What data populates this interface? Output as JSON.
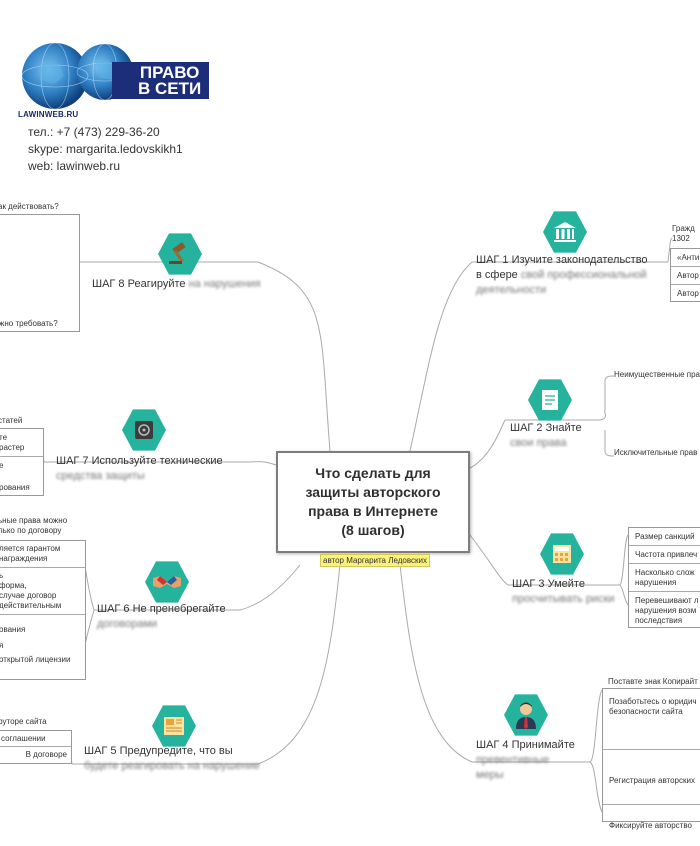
{
  "logo": {
    "banner_line1": "ПРАВО",
    "banner_line2": "В СЕТИ",
    "url": "LAWINWEB.RU"
  },
  "contacts": {
    "phone": "тел.: +7 (473) 229-36-20",
    "skype": "skype: margarita.ledovskikh1",
    "web": "web: lawinweb.ru"
  },
  "central": {
    "title_line1": "Что сделать для",
    "title_line2": "защиты авторского",
    "title_line3": "права в Интернете",
    "title_line4": "(8 шагов)",
    "author": "автор Маргарита Ледовских"
  },
  "steps": {
    "s1": {
      "line1": "ШАГ 1 Изучите законодательство",
      "line2a": "в сфере ",
      "line2b": "свой профессиональной",
      "line3": "деятельности"
    },
    "s2": {
      "line1": "ШАГ 2 Знайте",
      "line2": "свои права"
    },
    "s3": {
      "line1": "ШАГ 3 Умейте",
      "line2": "просчитывать риски"
    },
    "s4": {
      "line1": "ШАГ 4 Принимайте",
      "line2": "превентивные",
      "line3": "меры"
    },
    "s5": {
      "line1": "ШАГ 5 Предупредите, что вы",
      "line2": "будете реагировать на нарушение"
    },
    "s6": {
      "line1": "ШАГ 6 Не пренебрегайте",
      "line2": "договорами"
    },
    "s7": {
      "line1": "ШАГ 7 Используйте технические",
      "line2": "средства защиты"
    },
    "s8": {
      "line1a": "ШАГ 8 Реагируйте ",
      "line1b": "на нарушения"
    }
  },
  "right_details": {
    "s1": [
      "Гражд",
      "1302",
      "«Анти",
      "Автор",
      "Автор"
    ],
    "s2": [
      "Неимущественные пра",
      "Исключительные прав"
    ],
    "s3": [
      "Размер санкций",
      "Частота привлеч",
      "Насколько слож",
      "нарушения",
      "Перевешивают л",
      "нарушения возм",
      "последствия"
    ],
    "s4": [
      "Поставте знак Копирайт",
      "Позаботьтесь о юридич",
      "безопасности сайта",
      "Регистрация авторских",
      "Фиксируйте авторство"
    ]
  },
  "left_details": {
    "s8": [
      "ак действовать?",
      "жно требовать?"
    ],
    "s7": [
      "статей",
      "те",
      "растер",
      "е",
      "рования"
    ],
    "s6": [
      "ьные права можно",
      "лько по договору",
      "ляется гарантом",
      "награждения",
      "ь",
      "форма,",
      "случае договор",
      "действительным",
      "ования",
      "я",
      "открытой лицензии"
    ],
    "s5": [
      "футоре сайта",
      "соглашении",
      "В договоре"
    ]
  },
  "colors": {
    "hex": "#25b39e",
    "author_bg": "#fbf27a",
    "banner": "#1d2e78"
  }
}
